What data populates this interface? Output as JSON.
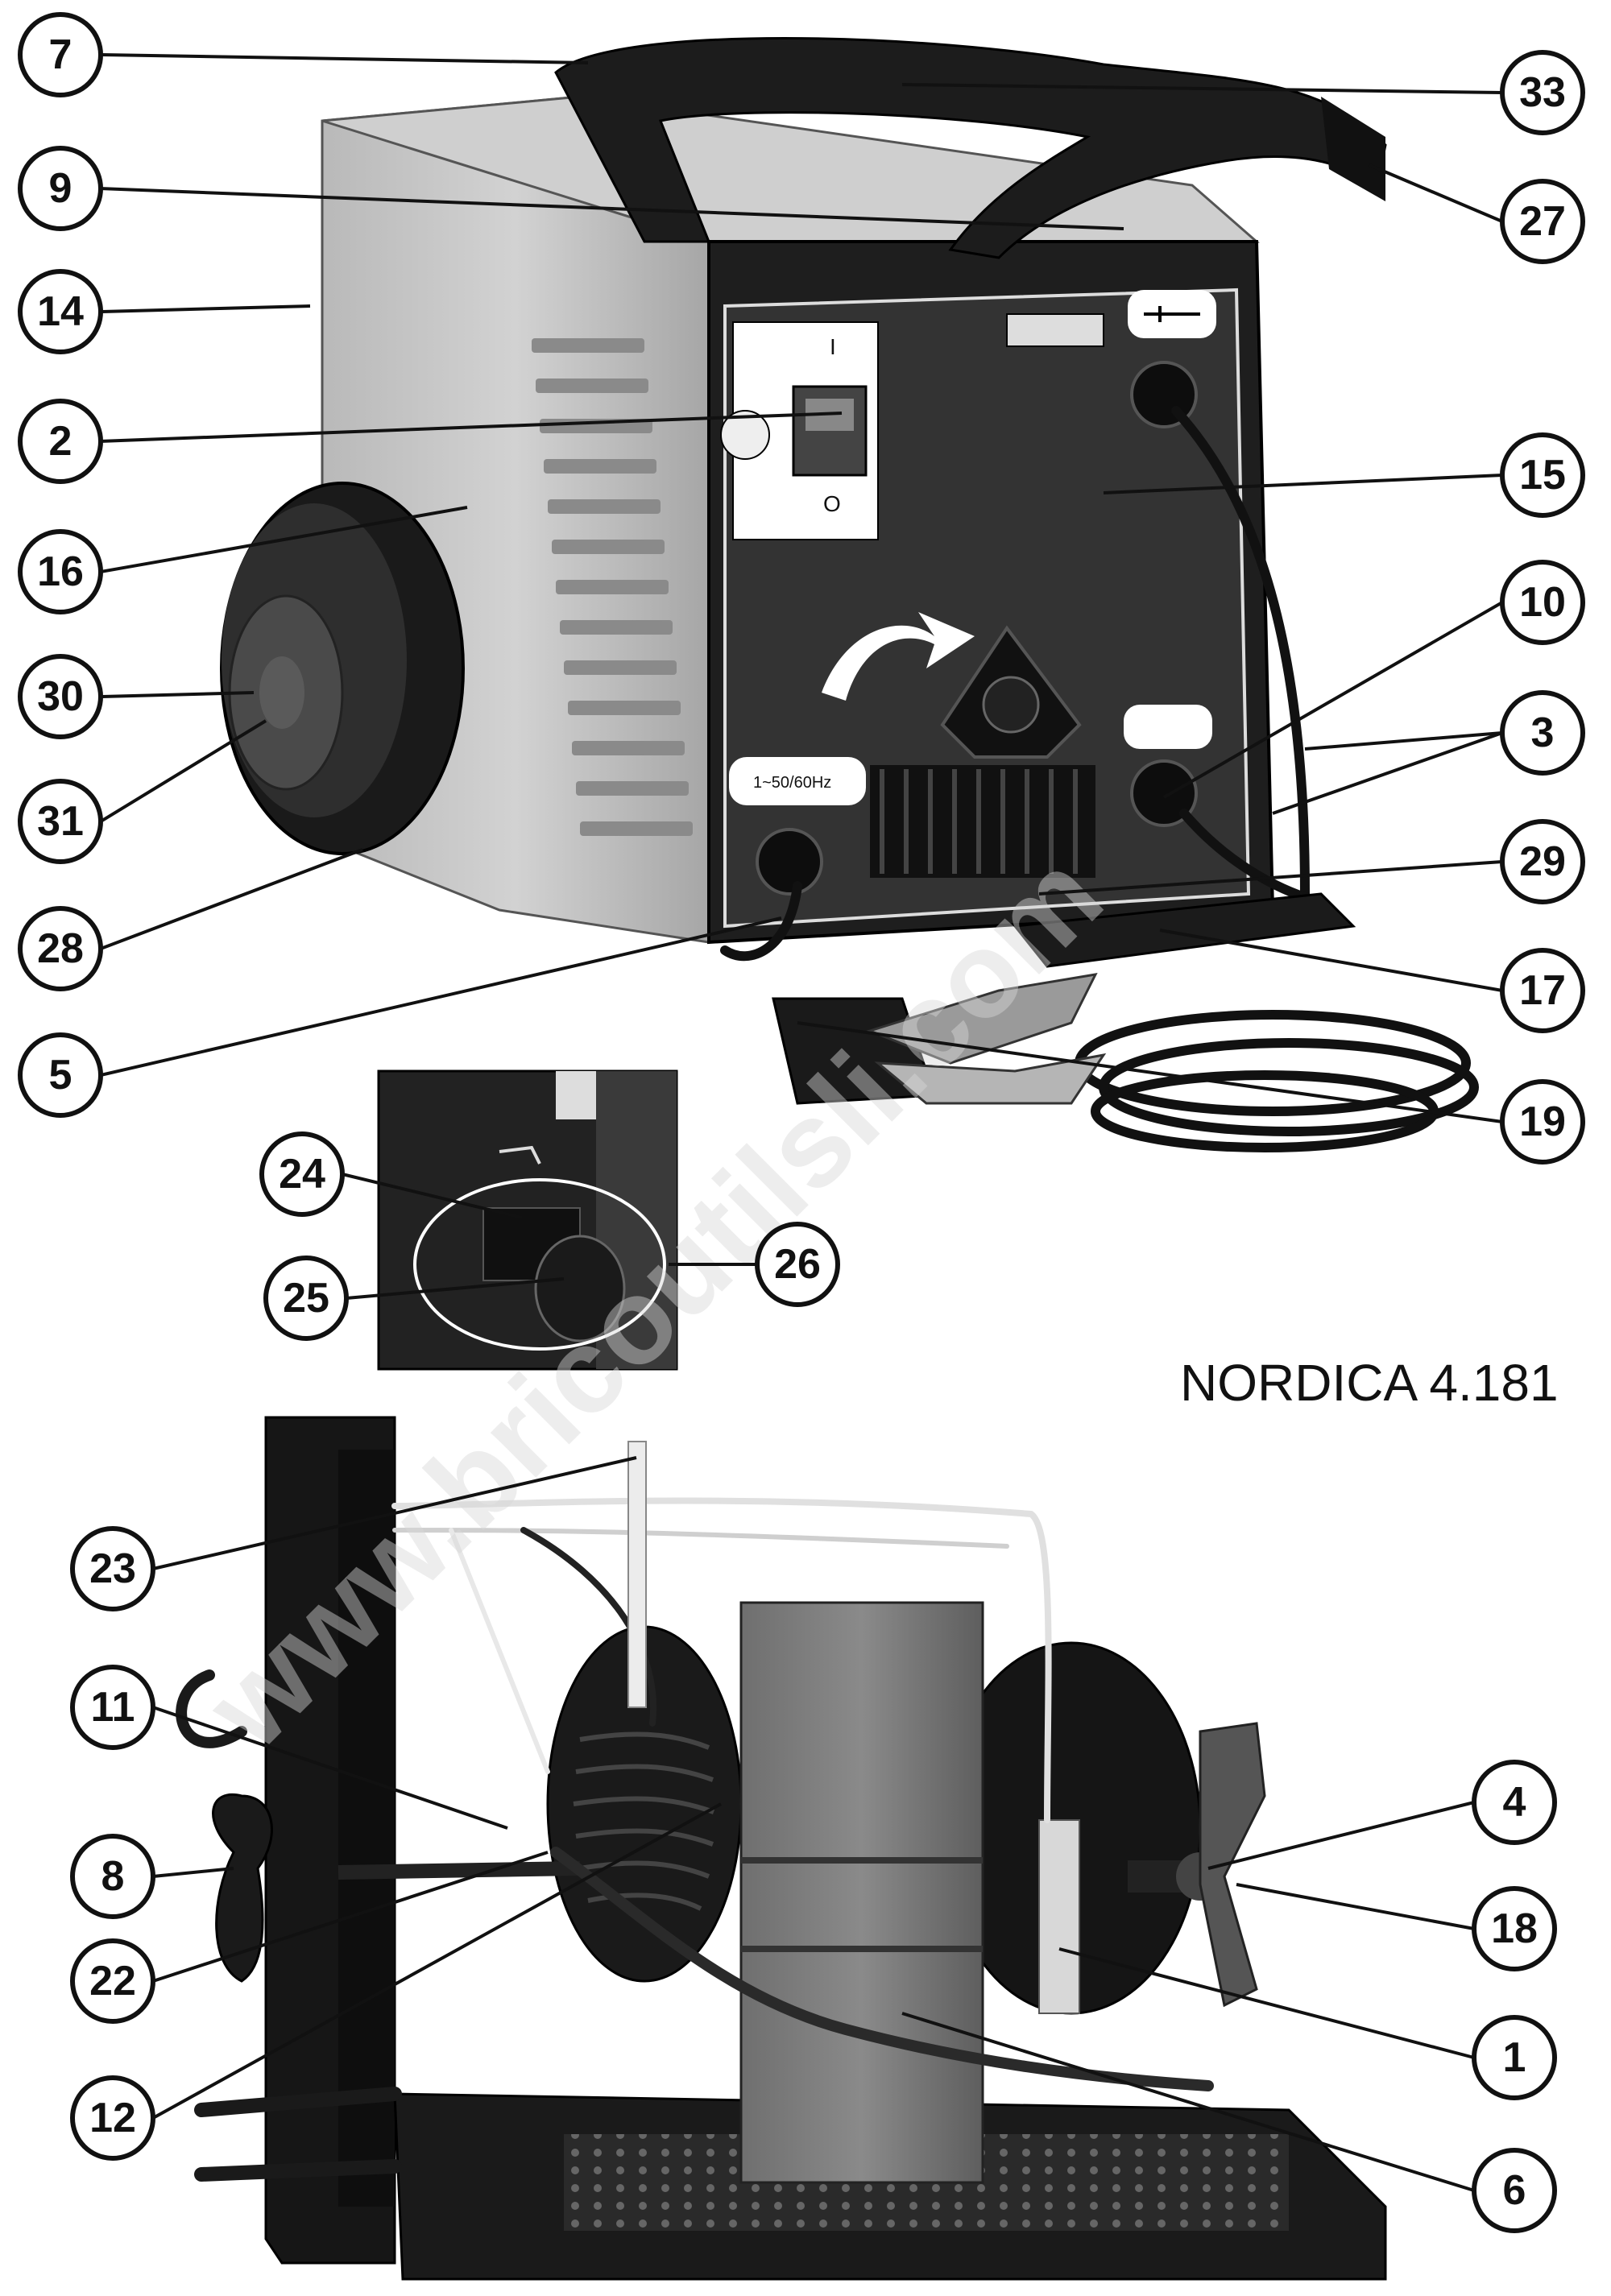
{
  "model": "NORDICA 4.181",
  "watermark": "www.bricoutilsli.com",
  "front_panel": {
    "switch_on": "I",
    "switch_off": "O",
    "frequency": "1~50/60Hz"
  },
  "callouts": [
    {
      "n": "7"
    },
    {
      "n": "9"
    },
    {
      "n": "14"
    },
    {
      "n": "2"
    },
    {
      "n": "16"
    },
    {
      "n": "30"
    },
    {
      "n": "31"
    },
    {
      "n": "28"
    },
    {
      "n": "5"
    },
    {
      "n": "33"
    },
    {
      "n": "27"
    },
    {
      "n": "15"
    },
    {
      "n": "10"
    },
    {
      "n": "3"
    },
    {
      "n": "29"
    },
    {
      "n": "17"
    },
    {
      "n": "19"
    },
    {
      "n": "24"
    },
    {
      "n": "25"
    },
    {
      "n": "26"
    },
    {
      "n": "23"
    },
    {
      "n": "11"
    },
    {
      "n": "8"
    },
    {
      "n": "22"
    },
    {
      "n": "12"
    },
    {
      "n": "4"
    },
    {
      "n": "18"
    },
    {
      "n": "1"
    },
    {
      "n": "6"
    }
  ]
}
